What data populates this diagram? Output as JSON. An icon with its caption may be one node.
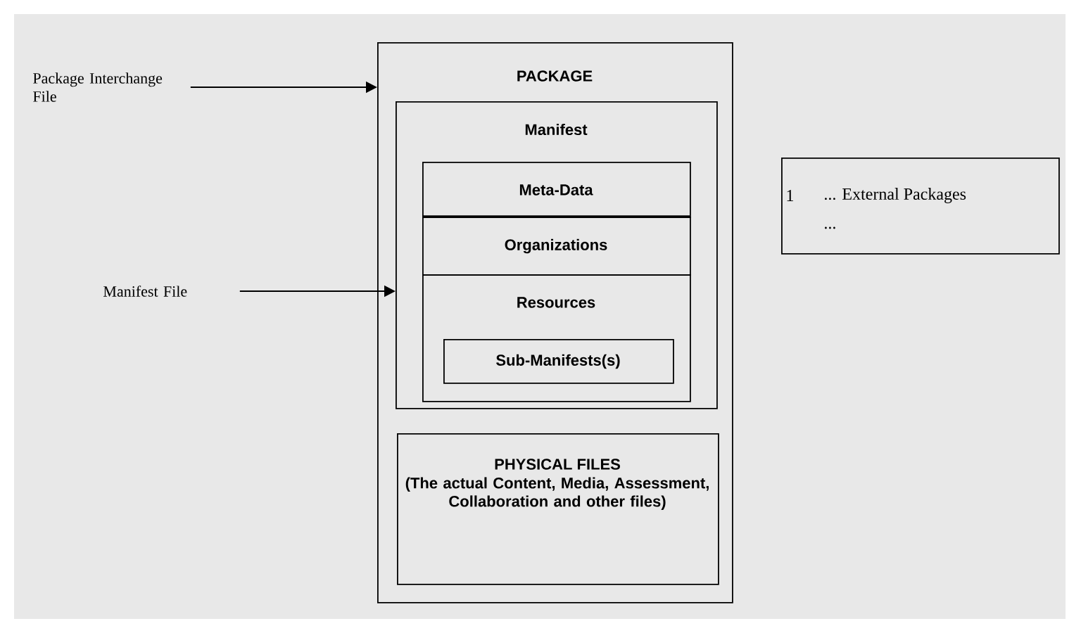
{
  "diagram": {
    "nodes": [
      {
        "text": [
          "Package Interchange File"
        ]
      },
      {
        "text": [
          "Manifest File"
        ]
      },
      {
        "text": [
          "PACKAGE"
        ]
      },
      {
        "text": [
          "Manifest"
        ],
        "in": 2
      },
      {
        "text": [
          "Meta-Data"
        ],
        "in": 3
      },
      {
        "text": [
          "Organizations"
        ],
        "in": 3
      },
      {
        "text": [
          "Resources"
        ],
        "in": 3
      },
      {
        "text": [
          "Sub-Manifests(s)"
        ],
        "in": 6
      },
      {
        "text": [
          "PHYSICAL FILES",
          "(The actual Content, Media, Assessment, Collaboration and other files)"
        ],
        "in": 2
      },
      {
        "text": [
          "1",
          "... External Packages",
          "..."
        ]
      }
    ],
    "edges": [
      {
        "from": 0,
        "to": 2,
        "arrow": "to"
      },
      {
        "from": 1,
        "to": 3,
        "arrow": "to"
      }
    ]
  }
}
